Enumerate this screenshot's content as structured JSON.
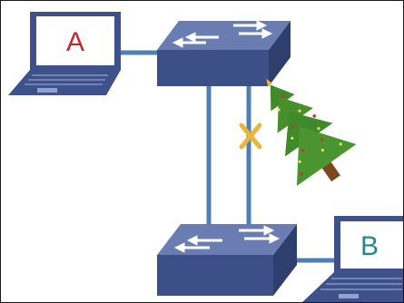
{
  "laptops": [
    {
      "id": "laptop-a",
      "label": "A",
      "label_color": "#c0282d"
    },
    {
      "id": "laptop-b",
      "label": "B",
      "label_color": "#1e8a8a"
    }
  ],
  "switches": [
    {
      "id": "switch-top"
    },
    {
      "id": "switch-bottom"
    }
  ],
  "links": [
    {
      "from": "laptop-a",
      "to": "switch-top"
    },
    {
      "from": "switch-top",
      "to": "switch-bottom",
      "note": "left-link"
    },
    {
      "from": "switch-top",
      "to": "switch-bottom",
      "note": "right-link",
      "state": "blocked"
    },
    {
      "from": "switch-bottom",
      "to": "laptop-b"
    }
  ],
  "icons": {
    "blocked_marker": "x-mark-icon",
    "tree": "christmas-tree-icon"
  },
  "colors": {
    "link": "#4f7fb3",
    "switch_top": "#5b6fa6",
    "switch_front": "#3c4f86",
    "laptop_body": "#3e5189",
    "laptop_screen": "#ffffff",
    "x_mark": "#e9b53a",
    "tree_green": "#3f8a2a"
  }
}
